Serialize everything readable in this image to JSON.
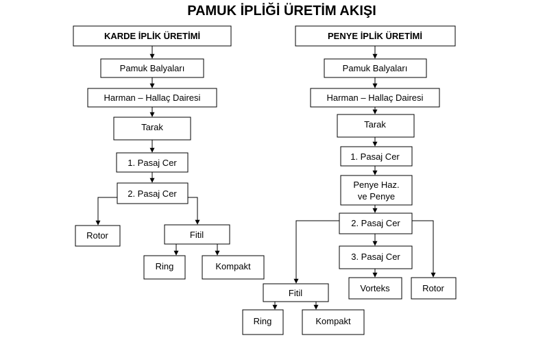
{
  "title": "PAMUK İPLİĞİ ÜRETİM AKIŞI",
  "karde": {
    "header": "KARDE İPLİK ÜRETİMİ",
    "bales": "Pamuk Balyaları",
    "blowroom": "Harman – Hallaç Dairesi",
    "card": "Tarak",
    "draw1": "1. Pasaj Cer",
    "draw2": "2. Pasaj Cer",
    "rotor": "Rotor",
    "roving": "Fitil",
    "ring": "Ring",
    "compact": "Kompakt"
  },
  "penye": {
    "header": "PENYE İPLİK ÜRETİMİ",
    "bales": "Pamuk Balyaları",
    "blowroom": "Harman – Hallaç Dairesi",
    "card": "Tarak",
    "draw1": "1. Pasaj Cer",
    "comb_line1": "Penye Haz.",
    "comb_line2": "ve Penye",
    "draw2": "2. Pasaj Cer",
    "draw3": "3. Pasaj Cer",
    "vortex": "Vorteks",
    "rotor": "Rotor",
    "roving": "Fitil",
    "ring": "Ring",
    "compact": "Kompakt"
  }
}
